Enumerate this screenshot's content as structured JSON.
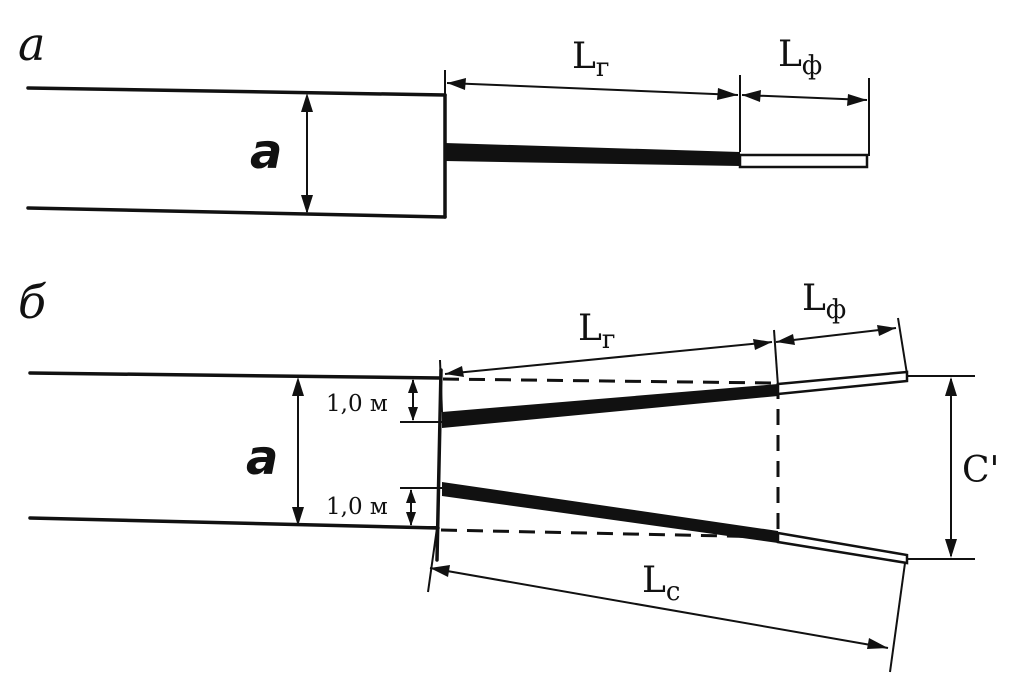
{
  "panel_a": {
    "label": "а",
    "dim_width": "а",
    "length_guide": "L",
    "length_guide_sub": "г",
    "length_fan": "L",
    "length_fan_sub": "ф"
  },
  "panel_b": {
    "label": "б",
    "dim_width": "а",
    "length_guide": "L",
    "length_guide_sub": "г",
    "length_fan": "L",
    "length_fan_sub": "ф",
    "offset_top": "1,0 м",
    "offset_bottom": "1,0 м",
    "opening_width": "C'",
    "length_total": "L",
    "length_total_sub": "с"
  }
}
